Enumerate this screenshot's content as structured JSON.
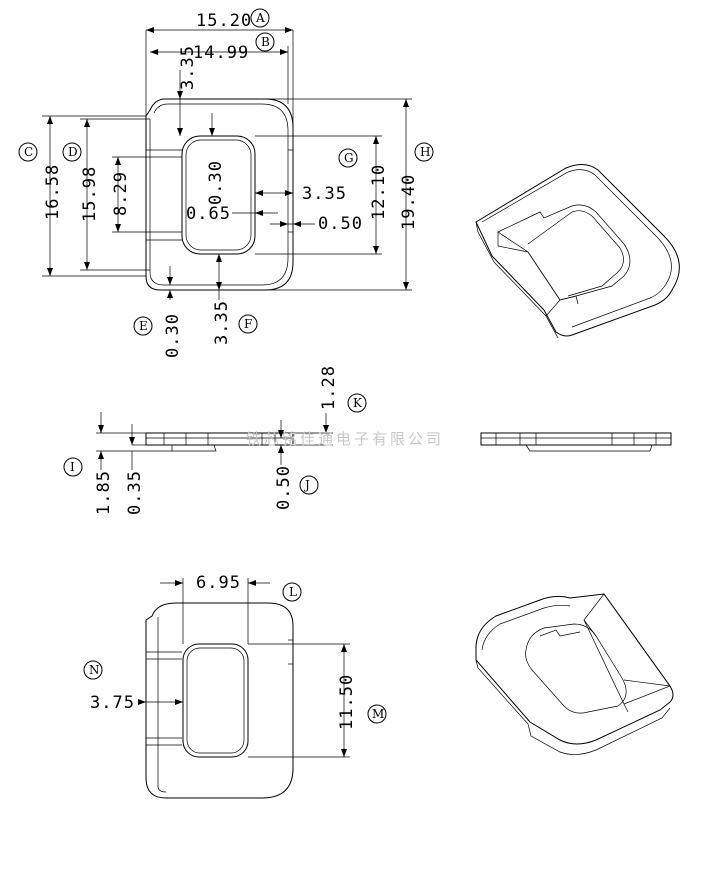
{
  "watermark": "铁芯铭佳通电子有限公司",
  "dimensions": {
    "A": "15.20",
    "B": "14.99",
    "C": "16.58",
    "D": "15.98",
    "E": "0.30",
    "F": "3.35",
    "G": "12.10",
    "H": "19.40",
    "I": "1.85",
    "J": "0.50",
    "K": "1.28",
    "L": "6.95",
    "M": "11.50",
    "N": "3.75",
    "top_left_offset": "3.35",
    "slot_height": "8.29",
    "inner_radius": "0.30",
    "inner_gap_left": "0.65",
    "inner_gap_right": "3.35",
    "right_step": "0.50",
    "side_thickness": "0.35"
  },
  "labels": {
    "A": "A",
    "B": "B",
    "C": "C",
    "D": "D",
    "E": "E",
    "F": "F",
    "G": "G",
    "H": "H",
    "I": "I",
    "J": "J",
    "K": "K",
    "L": "L",
    "M": "M",
    "N": "N"
  }
}
